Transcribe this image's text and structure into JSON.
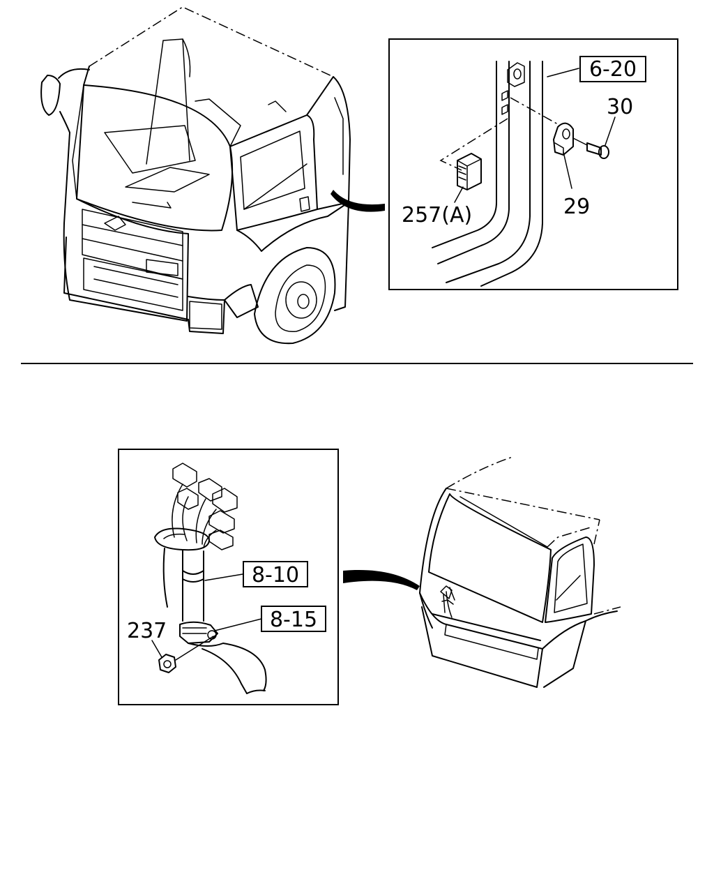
{
  "callouts": {
    "ref_6_20": "6-20",
    "part_30": "30",
    "part_29": "29",
    "part_257a": "257(A)",
    "ref_8_10": "8-10",
    "ref_8_15": "8-15",
    "part_237": "237"
  }
}
